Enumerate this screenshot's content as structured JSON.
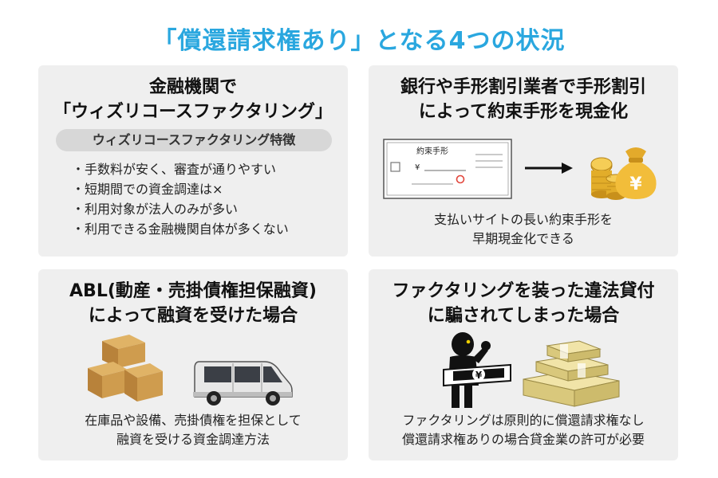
{
  "title": "「償還請求権あり」となる4つの状況",
  "cards": [
    {
      "heading": [
        "金融機関で",
        "「ウィズリコースファクタリング」"
      ],
      "pill": "ウィズリコースファクタリング特徴",
      "bullets": [
        "手数料が安く、審査が通りやすい",
        "短期間での資金調達は×",
        "利用対象が法人のみが多い",
        "利用できる金融機関自体が多くない"
      ]
    },
    {
      "heading": [
        "銀行や手形割引業者で手形割引",
        "によって約束手形を現金化"
      ],
      "note_label": "約束手形",
      "yen_mark": "¥",
      "desc": [
        "支払いサイトの長い約束手形を",
        "早期現金化できる"
      ]
    },
    {
      "heading": [
        "ABL(動産・売掛債権担保融資)",
        "によって融資を受けた場合"
      ],
      "desc": [
        "在庫品や設備、売掛債権を担保として",
        "融資を受ける資金調達方法"
      ]
    },
    {
      "heading": [
        "ファクタリングを装った違法貸付",
        "に騙されてしまった場合"
      ],
      "yen_mark": "¥",
      "desc": [
        "ファクタリングは原則的に償還請求権なし",
        "償還請求権ありの場合貸金業の許可が必要"
      ]
    }
  ],
  "colors": {
    "title": "#2aa7df",
    "card_bg": "#efefef",
    "pill_bg": "#d7d7d7",
    "box": "#c99a45",
    "gold": "#d9a524"
  },
  "icons": [
    "promissory-note-icon",
    "arrow-right-icon",
    "money-bag-icon",
    "coin-stack-icon",
    "cardboard-boxes-icon",
    "van-icon",
    "thief-icon",
    "banknote-stacks-icon"
  ]
}
